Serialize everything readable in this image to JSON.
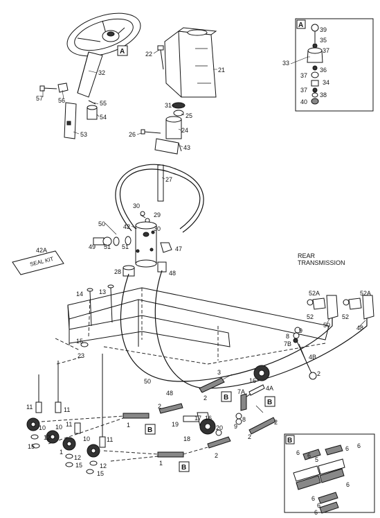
{
  "callout_boxes": {
    "A": "A",
    "B": "B"
  },
  "header": {
    "rear_transmission_line1": "REAR",
    "rear_transmission_line2": "TRANSMISSION"
  },
  "seal_kit": {
    "label": "SEAL KIT",
    "part": "42A"
  },
  "detail_A": {
    "title": "A",
    "parts": [
      "39",
      "35",
      "37",
      "33",
      "36",
      "37",
      "34",
      "37",
      "38",
      "40"
    ]
  },
  "detail_B": {
    "title": "B",
    "parts": [
      "6",
      "6",
      "6",
      "6",
      "5",
      "6",
      "6",
      "6",
      "6"
    ]
  },
  "labels": {
    "p32": "32",
    "p57": "57",
    "p56": "56",
    "p55": "55",
    "p54": "54",
    "p53": "53",
    "p22": "22",
    "p21": "21",
    "p31": "31",
    "p25": "25",
    "p24": "24",
    "p26": "26",
    "p43": "43",
    "p27": "27",
    "p30a": "30",
    "p29": "29",
    "p50a": "50",
    "p42": "42",
    "p30b": "30",
    "p49": "49",
    "p51a": "51",
    "p51b": "51",
    "p47": "47",
    "p28": "28",
    "p48a": "48",
    "p14": "14",
    "p13": "13",
    "p15a": "15",
    "p23": "23",
    "p52Aa": "52A",
    "p52a": "52",
    "p50b": "50",
    "p52Ab": "52A",
    "p52b": "52",
    "p48b": "48",
    "p9a": "9",
    "p8a": "8",
    "p7B": "7B",
    "p4B": "4B",
    "p2a": "2",
    "p3": "3",
    "p2b": "2",
    "p16": "16",
    "p4A": "4A",
    "p7A": "7A",
    "p50c": "50",
    "p48c": "48",
    "p11a": "11",
    "p11b": "11",
    "p10a": "10",
    "p12a": "12",
    "p15b": "15",
    "p11c": "11",
    "p10b": "10",
    "p1a": "1",
    "p2c": "2",
    "p19": "19",
    "p17": "17",
    "p16b": "16",
    "p18": "18",
    "p20": "20",
    "p8b": "8",
    "p9b": "9",
    "p2d": "2",
    "p2e": "2",
    "p1b": "1",
    "p12b": "12",
    "p15c": "15",
    "p10c": "10",
    "p11d": "11",
    "p1c": "1",
    "p2f": "2",
    "p12c": "12"
  }
}
